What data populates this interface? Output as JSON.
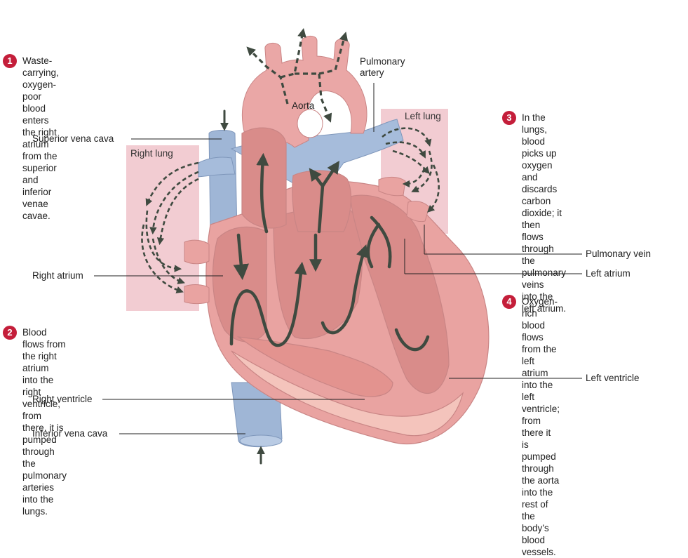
{
  "steps": [
    {
      "number": "1",
      "text": "Waste-carrying, oxygen-poor blood\nenters the right atrium from the\nsuperior and inferior venae cavae."
    },
    {
      "number": "2",
      "text": "Blood flows from the right atrium\ninto the right ventricle; from\nthere, it is pumped through the\npulmonary arteries into the lungs."
    },
    {
      "number": "3",
      "text": "In the lungs, blood picks up oxygen\nand discards carbon dioxide; it then\nflows through the pulmonary veins\ninto the left atrium."
    },
    {
      "number": "4",
      "text": "Oxygen-rich blood flows from the\nleft atrium into the left ventricle;\nfrom there it is pumped through\nthe aorta into the rest of the\nbody’s blood vessels."
    }
  ],
  "labels": {
    "superior_vena_cava": "Superior vena cava",
    "right_atrium": "Right atrium",
    "right_ventricle": "Right ventricle",
    "inferior_vena_cava": "Inferior vena cava",
    "aorta": "Aorta",
    "pulmonary_artery": "Pulmonary\nartery",
    "pulmonary_vein": "Pulmonary vein",
    "left_atrium": "Left atrium",
    "left_ventricle": "Left ventricle",
    "right_lung": "Right lung",
    "left_lung": "Left lung"
  },
  "colors": {
    "badge": "#c41e3a",
    "lung_box": "#f2ccd2",
    "heart": "#e9a3a1",
    "heart_dark": "#c97777",
    "vein_blue": "#9fb6d6",
    "flow_arrow": "#3f4a40"
  }
}
